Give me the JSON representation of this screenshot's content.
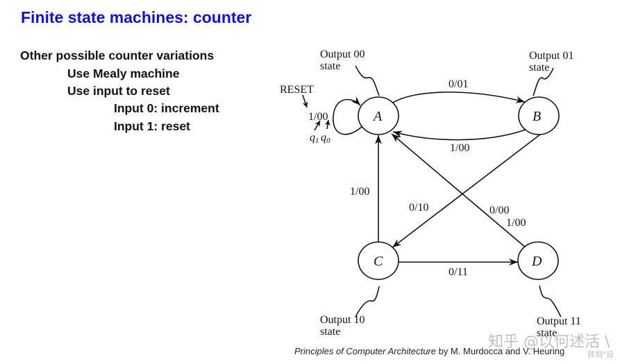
{
  "slide": {
    "title": "Finite state machines: counter",
    "bullets": [
      {
        "level": 0,
        "text": "Other possible counter variations"
      },
      {
        "level": 1,
        "text": "Use Mealy machine"
      },
      {
        "level": 1,
        "text": "Use input to reset"
      },
      {
        "level": 2,
        "text": "Input 0: increment"
      },
      {
        "level": 2,
        "text": "Input 1: reset"
      }
    ]
  },
  "diagram": {
    "states": [
      {
        "id": "A",
        "label": "A",
        "output_note": [
          "Output 00",
          "state"
        ]
      },
      {
        "id": "B",
        "label": "B",
        "output_note": [
          "Output 01",
          "state"
        ]
      },
      {
        "id": "C",
        "label": "C",
        "output_note": [
          "Output 10",
          "state"
        ]
      },
      {
        "id": "D",
        "label": "D",
        "output_note": [
          "Output 11",
          "state"
        ]
      }
    ],
    "transitions": [
      {
        "from": "A",
        "to": "A",
        "label": "1/00"
      },
      {
        "from": "A",
        "to": "B",
        "label": "0/01"
      },
      {
        "from": "B",
        "to": "A",
        "label": "1/00"
      },
      {
        "from": "B",
        "to": "C",
        "label": "0/10"
      },
      {
        "from": "C",
        "to": "A",
        "label": "1/00"
      },
      {
        "from": "C",
        "to": "D",
        "label": "0/11"
      },
      {
        "from": "D",
        "to": "A",
        "label": "0/00"
      },
      {
        "from": "D",
        "to": "A",
        "label_2": "1/00"
      }
    ],
    "reset_annotation": {
      "label": "RESET",
      "q1": "q",
      "q1_sub": "1",
      "q0": "q",
      "q0_sub": "0"
    }
  },
  "caption": {
    "title": "Principles of Computer Architecture",
    "rest": " by M. Murdocca and V. Heuring"
  },
  "watermark": {
    "main": "知乎 @以何述活 \\",
    "sub": "转到\"设"
  }
}
